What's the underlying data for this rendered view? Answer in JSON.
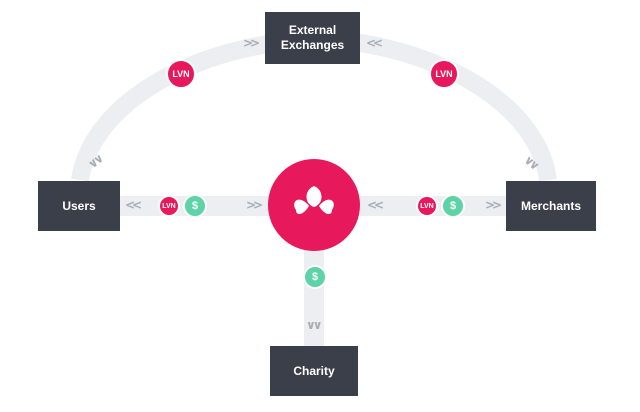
{
  "nodes": {
    "external_exchanges": "External\nExchanges",
    "users": "Users",
    "merchants": "Merchants",
    "charity": "Charity"
  },
  "badges": {
    "lvn": "LVN",
    "usd": "$"
  },
  "chevrons": {
    "left": "<<",
    "right": ">>",
    "down": "∨∨"
  },
  "colors": {
    "node_bg": "#3a3f4a",
    "hub": "#e8185c",
    "lvn_badge": "#e8185c",
    "usd_badge": "#5dd3a7",
    "track": "#eceef1",
    "chevron": "#a7adb6"
  }
}
